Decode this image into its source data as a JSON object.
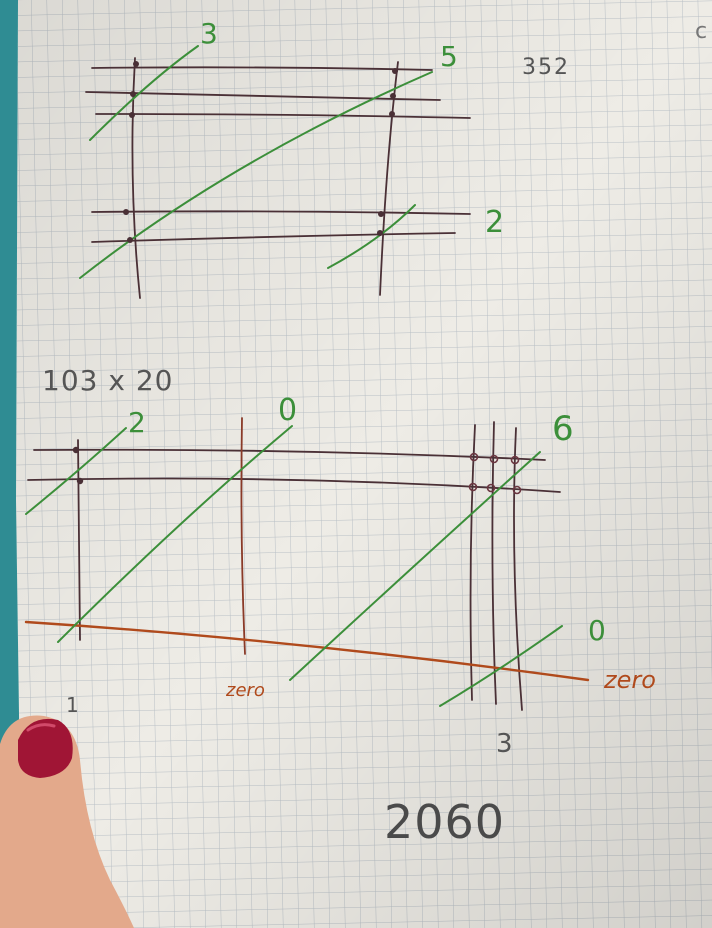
{
  "colors": {
    "teal_background": "#2f8c93",
    "paper": "#eeece6",
    "grid": "#b9c0c6",
    "ink_dark": "#4a3036",
    "ink_green": "#3c8f3a",
    "ink_orange": "#b04a1c",
    "finger": "#e3a98b",
    "nail": "#a01535"
  },
  "sketch1": {
    "label_3": "3",
    "label_5": "5",
    "label_2": "2",
    "result": "352"
  },
  "sketch2": {
    "problem": "103 x 20",
    "label_2": "2",
    "label_0_top": "0",
    "label_6": "6",
    "label_0_right": "0",
    "zero_left": "zero",
    "zero_right": "zero",
    "digit_1": "1",
    "digit_3": "3",
    "result": "2060"
  },
  "corner_letter": "c"
}
